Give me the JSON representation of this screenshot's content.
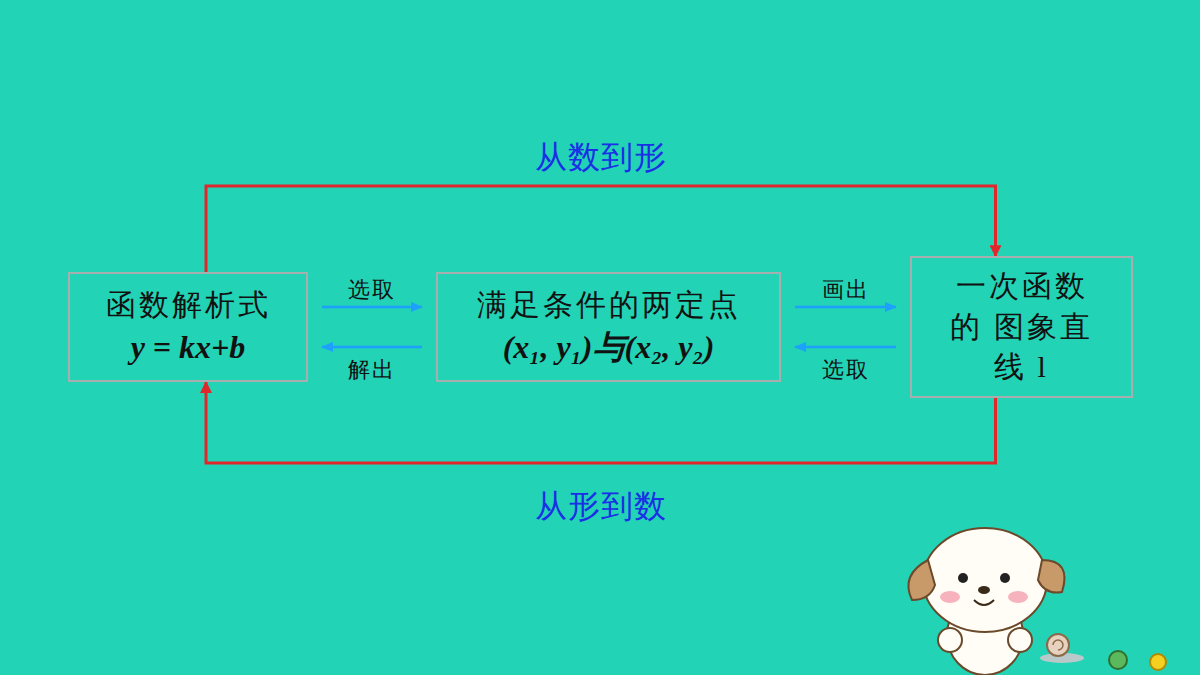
{
  "diagram": {
    "nodes": [
      {
        "text": [
          "函数解析式",
          "y = kx+b"
        ]
      },
      {
        "text": [
          "满足条件的两定点",
          "(x₁, y₁)与(x₂, y₂)"
        ]
      },
      {
        "text": [
          "一次函数的 图象直线 l"
        ]
      }
    ],
    "edges": [
      {
        "from": 0,
        "to": 1,
        "arrow": "to",
        "label": "选取"
      },
      {
        "from": 1,
        "to": 0,
        "arrow": "to",
        "label": "解出"
      },
      {
        "from": 1,
        "to": 2,
        "arrow": "to",
        "label": "画出"
      },
      {
        "from": 2,
        "to": 1,
        "arrow": "to",
        "label": "选取"
      },
      {
        "from": 0,
        "to": 2,
        "arrow": "to",
        "label": "从数到形"
      },
      {
        "from": 2,
        "to": 0,
        "arrow": "to",
        "label": "从形到数"
      }
    ]
  }
}
